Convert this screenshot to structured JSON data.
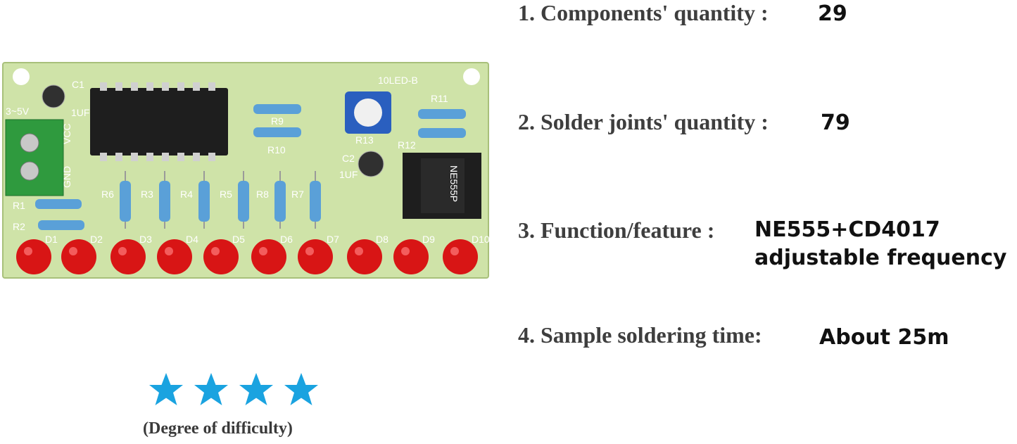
{
  "specs": [
    {
      "label": "1. Components' quantity :",
      "value": "29"
    },
    {
      "label": "2. Solder joints' quantity :",
      "value": "79"
    },
    {
      "label": "3. Function/feature :",
      "value_line1": "NE555+CD4017",
      "value_line2": "adjustable frequency"
    },
    {
      "label": "4. Sample soldering time:",
      "value": "About 25m"
    }
  ],
  "difficulty": {
    "caption": "(Degree of difficulty)",
    "stars": 4,
    "star_color": "#1aa3e0"
  },
  "board": {
    "name": "10LED-B",
    "pcb_color": "#cfe3a8",
    "voltage_label": "3~5V",
    "c1": "C1",
    "c1_value": "1UF",
    "c2": "C2",
    "c2_value": "1UF",
    "vcc": "VCC",
    "gnd": "GND",
    "r9": "R9",
    "r10": "R10",
    "r11": "R11",
    "r12": "R12",
    "r13": "R13",
    "r1": "R1",
    "r2": "R2",
    "mid_resistors": [
      "R6",
      "R3",
      "R4",
      "R5",
      "R8",
      "R7"
    ],
    "leds": [
      "D1",
      "D2",
      "D3",
      "D4",
      "D5",
      "D6",
      "D7",
      "D8",
      "D9",
      "D10"
    ],
    "ic_small_text": "NE555P",
    "led_color": "#d81515"
  }
}
